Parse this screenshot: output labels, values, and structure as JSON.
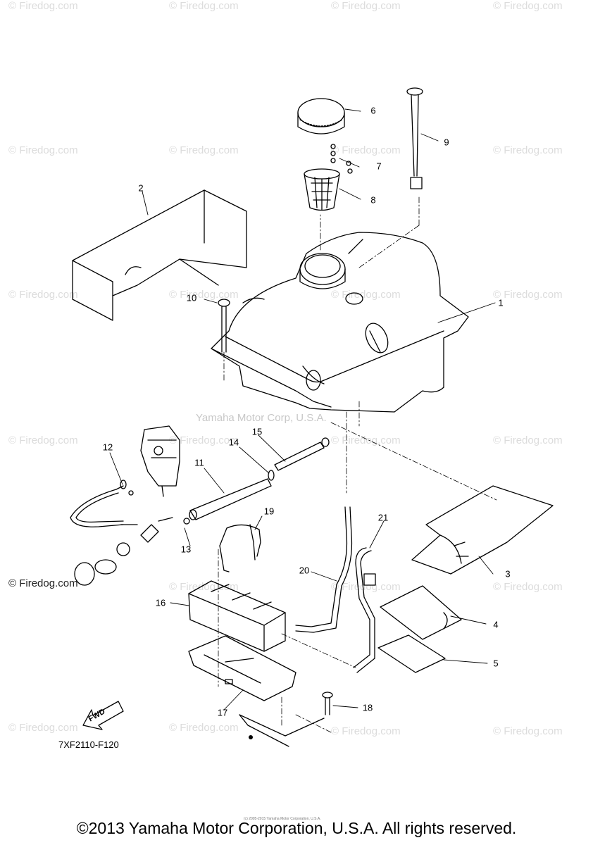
{
  "watermark_text": "© Firedog.com",
  "center_watermark": "Yamaha Motor Corp, U.S.A.",
  "firedog_label": "© Firedog.com",
  "diagram_code": "7XF2110-F120",
  "fwd_label": "FWD",
  "fine_print": "(c) 2005-2015 Yamaha Motor Corporation, U.S.A.",
  "copyright": "©2013 Yamaha Motor Corporation, U.S.A. All rights reserved.",
  "part_numbers": [
    "1",
    "2",
    "3",
    "4",
    "5",
    "6",
    "7",
    "8",
    "9",
    "10",
    "11",
    "12",
    "13",
    "14",
    "15",
    "16",
    "17",
    "18",
    "19",
    "20",
    "21"
  ]
}
